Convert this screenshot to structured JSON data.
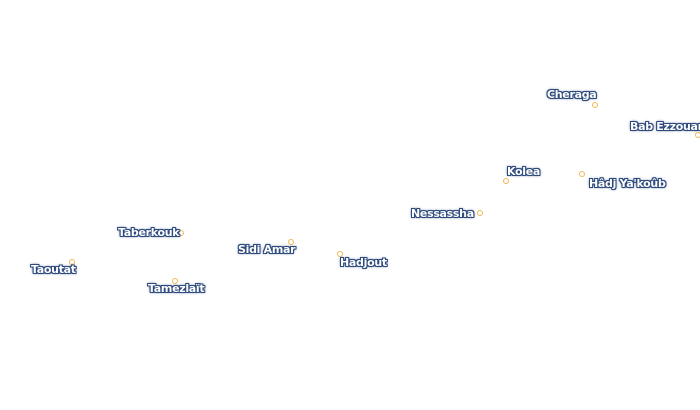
{
  "map": {
    "places": [
      {
        "id": "cheraga",
        "name": "Cheraga"
      },
      {
        "id": "bab",
        "name": "Bab Ezzouar"
      },
      {
        "id": "kolea",
        "name": "Kolea"
      },
      {
        "id": "hadj",
        "name": "Hâdj Ya'koûb"
      },
      {
        "id": "nessassha",
        "name": "Nessassha"
      },
      {
        "id": "taberkouk",
        "name": "Taberkouk"
      },
      {
        "id": "sidiamar",
        "name": "Sidi Amar"
      },
      {
        "id": "hadjout",
        "name": "Hadjout"
      },
      {
        "id": "taoutat",
        "name": "Taoutat"
      },
      {
        "id": "tamezlait",
        "name": "Tamezlaït"
      }
    ],
    "colors": {
      "marker": "#f2b84f",
      "label_halo": "#2e4a7d",
      "label_text": "#ffffff",
      "background": "#ffffff"
    }
  }
}
